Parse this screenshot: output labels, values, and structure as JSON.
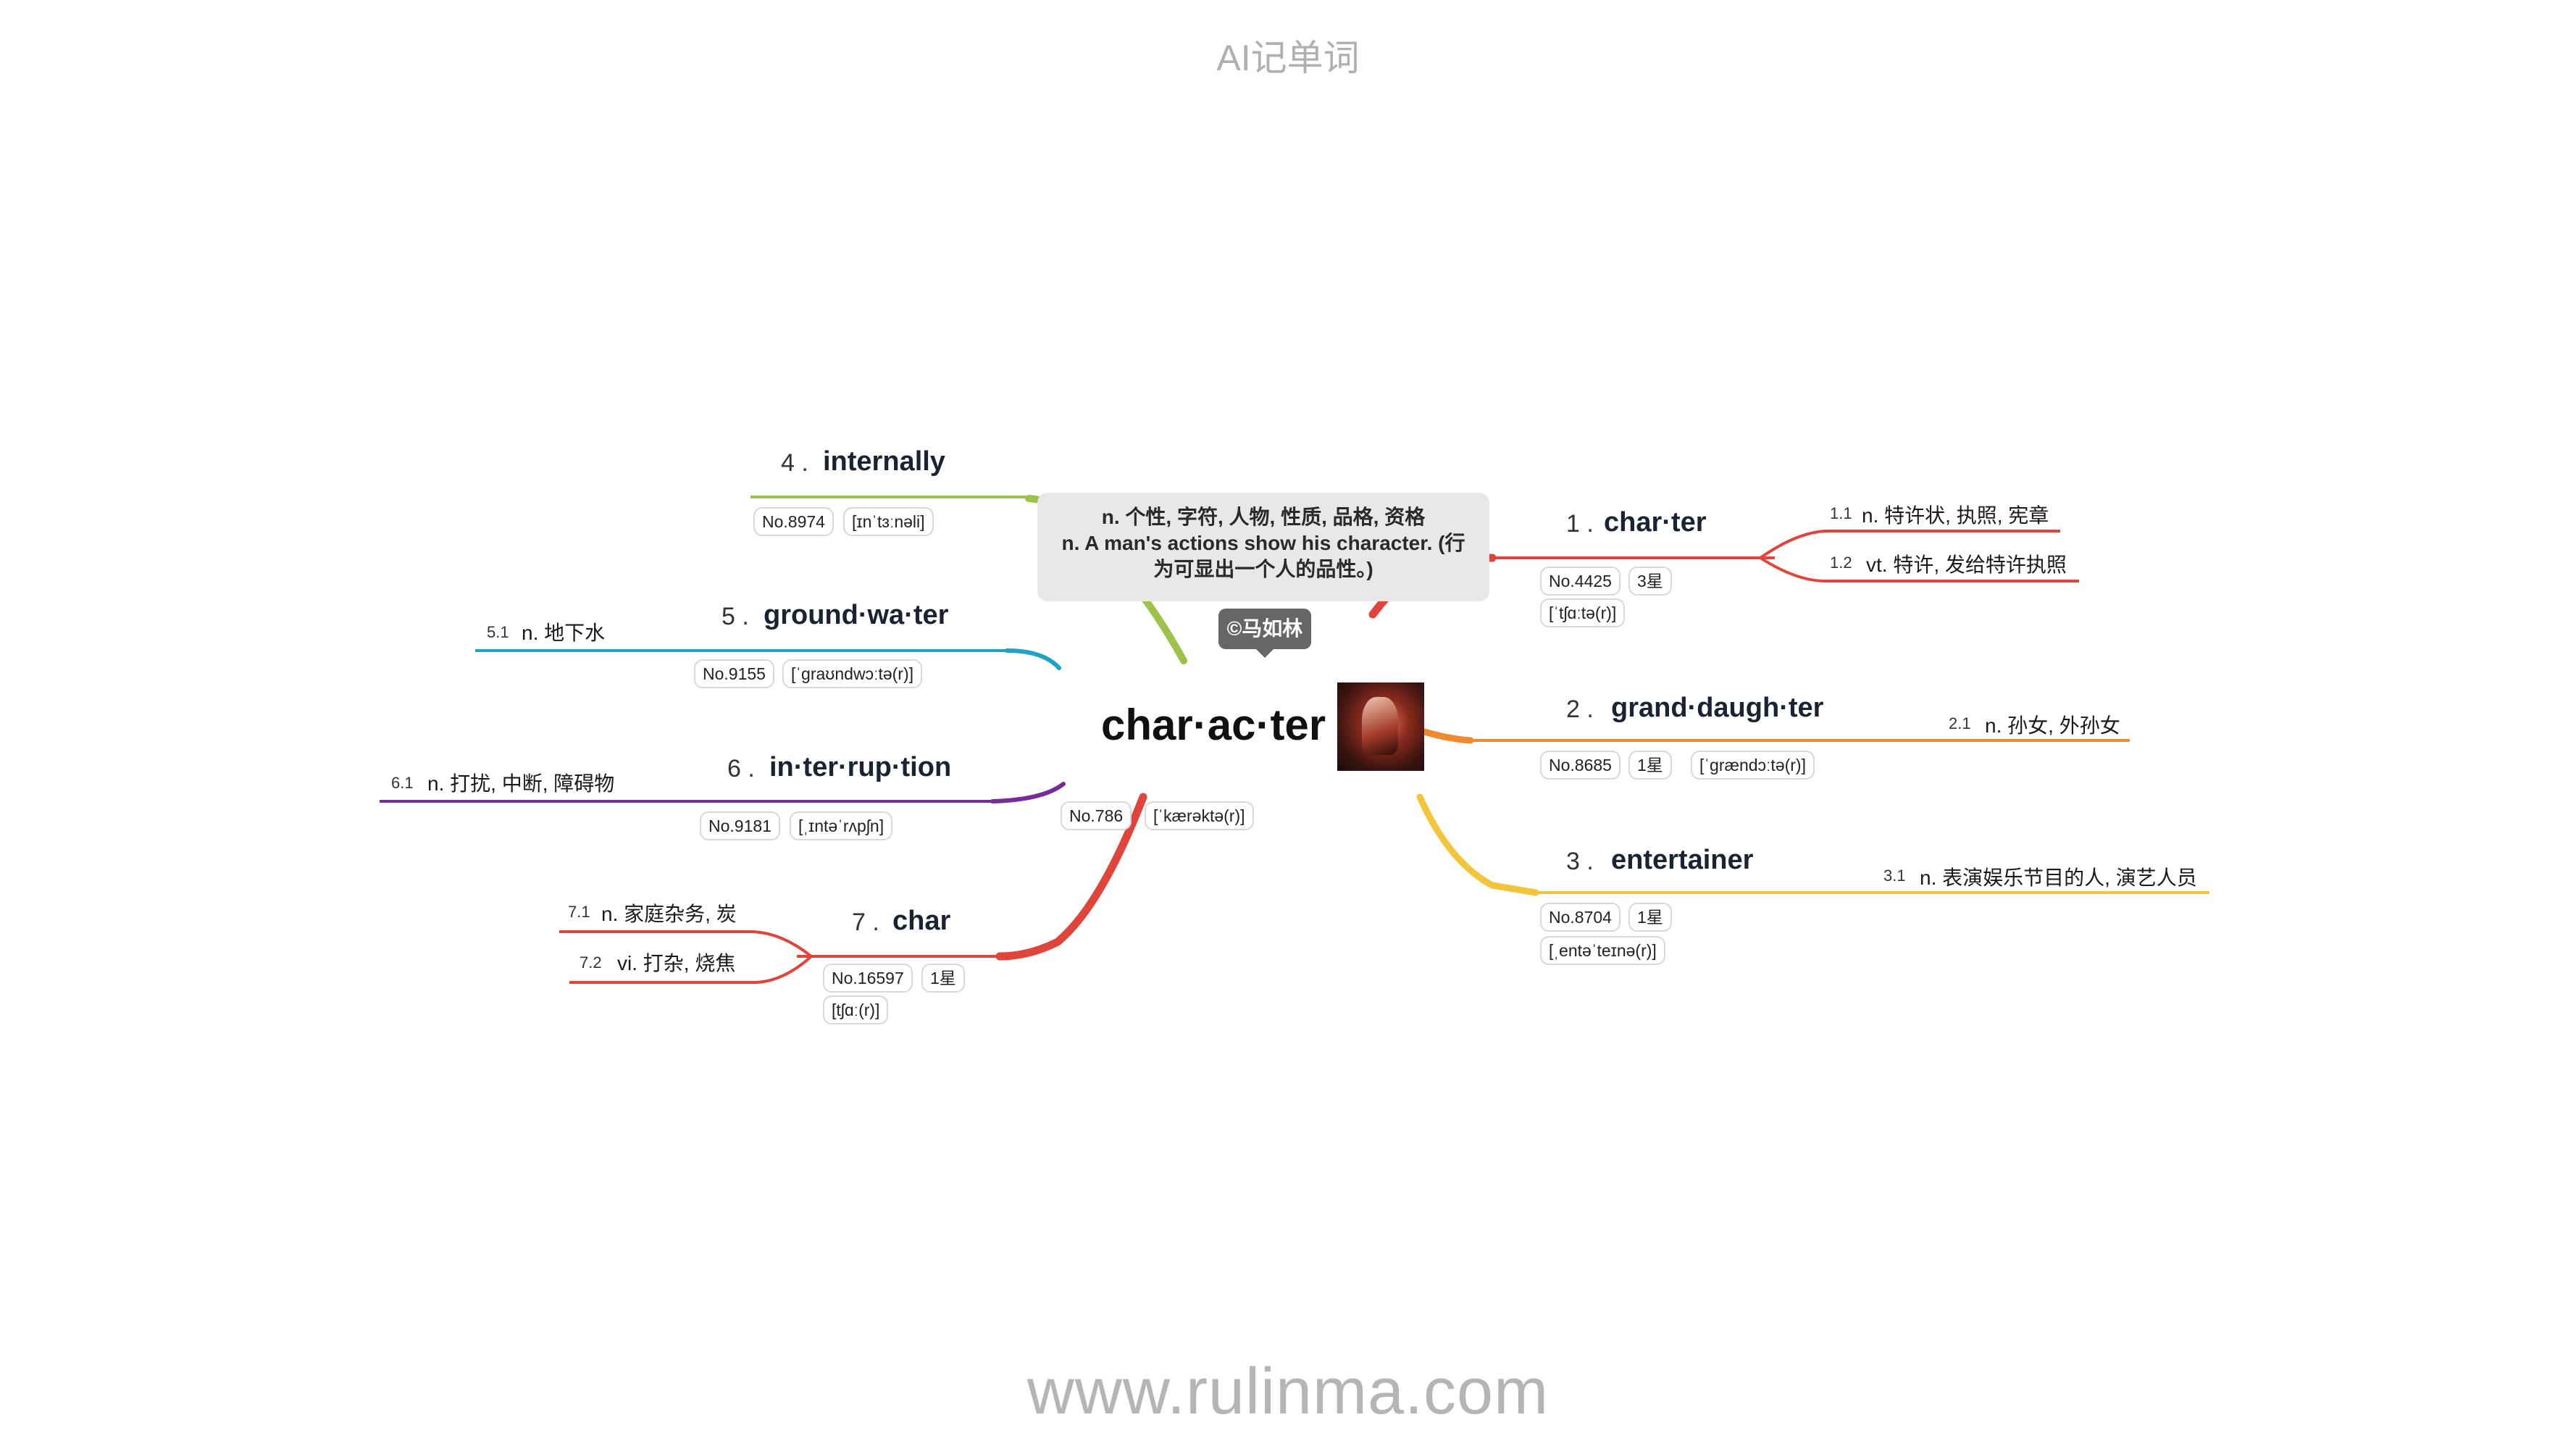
{
  "header_title": "AI记单词",
  "footer_url": "www.rulinma.com",
  "center": {
    "word": "char·ac·ter",
    "no": "No.786",
    "ipa": "[ˈkærəktə(r)]",
    "note_lines": [
      "n. 个性, 字符, 人物, 性质, 品格, 资格",
      "n. A man's actions show his character. (行",
      "为可显出一个人的品性。)"
    ],
    "copyright": "©马如林",
    "image_label": "character-thumbnail"
  },
  "branches": [
    {
      "num": "1 .",
      "word": "char·ter",
      "no": "No.4425",
      "stars": "3星",
      "ipa": "[ˈtʃɑːtə(r)]",
      "defs": [
        {
          "num": "1.1",
          "text": "n. 特许状, 执照, 宪章"
        },
        {
          "num": "1.2",
          "text": "vt. 特许, 发给特许执照"
        }
      ],
      "color": "#e0443a"
    },
    {
      "num": "2 .",
      "word": "grand·daugh·ter",
      "no": "No.8685",
      "stars": "1星",
      "ipa": "[ˈɡrændɔːtə(r)]",
      "defs": [
        {
          "num": "2.1",
          "text": "n. 孙女, 外孙女"
        }
      ],
      "color": "#f08a30"
    },
    {
      "num": "3 .",
      "word": "entertainer",
      "no": "No.8704",
      "stars": "1星",
      "ipa": "[ˌentəˈteɪnə(r)]",
      "defs": [
        {
          "num": "3.1",
          "text": "n. 表演娱乐节目的人, 演艺人员"
        }
      ],
      "color": "#f2c53a"
    },
    {
      "num": "4 .",
      "word": "internally",
      "no": "No.8974",
      "ipa": "[ɪnˈtɜːnəli]",
      "defs": [],
      "color": "#9cc24a"
    },
    {
      "num": "5 .",
      "word": "ground·wa·ter",
      "no": "No.9155",
      "ipa": "[ˈɡraʊndwɔːtə(r)]",
      "defs": [
        {
          "num": "5.1",
          "text": "n. 地下水"
        }
      ],
      "color": "#1fa3c4"
    },
    {
      "num": "6 .",
      "word": "in·ter·rup·tion",
      "no": "No.9181",
      "ipa": "[ˌɪntəˈrʌpʃn]",
      "defs": [
        {
          "num": "6.1",
          "text": "n. 打扰, 中断, 障碍物"
        }
      ],
      "color": "#7a2a96"
    },
    {
      "num": "7 .",
      "word": "char",
      "no": "No.16597",
      "stars": "1星",
      "ipa": "[tʃɑː(r)]",
      "defs": [
        {
          "num": "7.1",
          "text": "n. 家庭杂务, 炭"
        },
        {
          "num": "7.2",
          "text": "vi. 打杂, 烧焦"
        }
      ],
      "color": "#e0443a"
    }
  ]
}
